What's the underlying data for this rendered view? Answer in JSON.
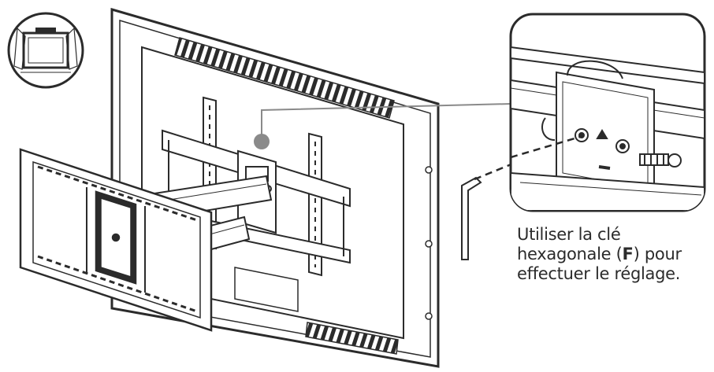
{
  "caption": {
    "line1": "Utiliser la clé",
    "line2_before": "hexagonale (",
    "line2_bold": "F",
    "line2_after": ") pour",
    "line3": "effectuer le réglage."
  },
  "colors": {
    "ink": "#2b2b2b",
    "callout_dot": "#8a8a8a",
    "background": "#ffffff"
  },
  "icons": {
    "tilt_inset": "tv-tilt-icon",
    "hex_key": "hex-key-icon"
  }
}
